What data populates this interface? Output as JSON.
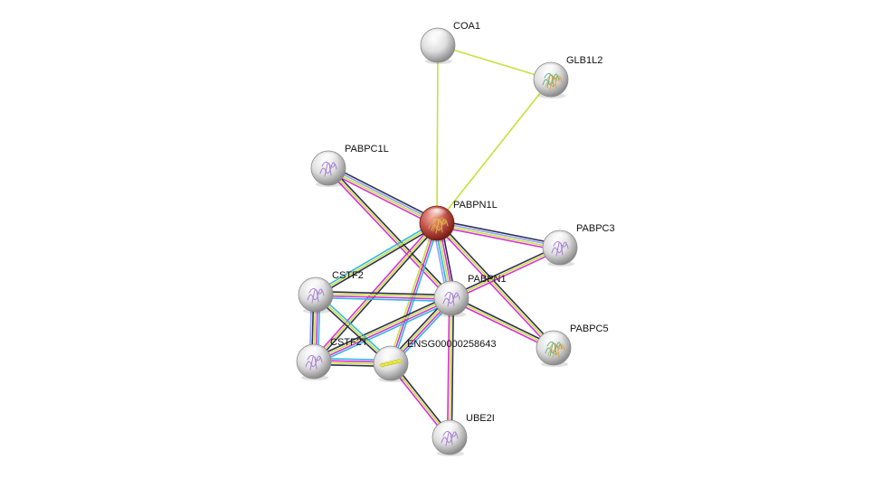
{
  "network": {
    "nodes": [
      {
        "id": "COA1",
        "label": "COA1",
        "query": false,
        "structure": "none"
      },
      {
        "id": "GLB1L2",
        "label": "GLB1L2",
        "query": false,
        "structure": "multi"
      },
      {
        "id": "PABPC1L",
        "label": "PABPC1L",
        "query": false,
        "structure": "purple"
      },
      {
        "id": "PABPN1L",
        "label": "PABPN1L",
        "query": true,
        "structure": "red"
      },
      {
        "id": "PABPC3",
        "label": "PABPC3",
        "query": false,
        "structure": "purple"
      },
      {
        "id": "CSTF2",
        "label": "CSTF2",
        "query": false,
        "structure": "purple"
      },
      {
        "id": "PABPN1",
        "label": "PABPN1",
        "query": false,
        "structure": "purple"
      },
      {
        "id": "PABPC5",
        "label": "PABPC5",
        "query": false,
        "structure": "multi"
      },
      {
        "id": "CSTF2T",
        "label": "CSTF2T",
        "query": false,
        "structure": "purple"
      },
      {
        "id": "ENSG00000258643",
        "label": "ENSG00000258643",
        "query": false,
        "structure": "yellow"
      },
      {
        "id": "UBE2I",
        "label": "UBE2I",
        "query": false,
        "structure": "purple"
      }
    ],
    "edges": [
      {
        "source": "COA1",
        "target": "GLB1L2",
        "evidence": [
          "textmining"
        ]
      },
      {
        "source": "COA1",
        "target": "PABPN1L",
        "evidence": [
          "textmining"
        ]
      },
      {
        "source": "GLB1L2",
        "target": "PABPN1L",
        "evidence": [
          "textmining"
        ]
      },
      {
        "source": "PABPC1L",
        "target": "PABPN1L",
        "evidence": [
          "coexpression",
          "homology",
          "textmining",
          "experiments"
        ]
      },
      {
        "source": "PABPC1L",
        "target": "PABPN1",
        "evidence": [
          "coexpression",
          "textmining",
          "experiments"
        ]
      },
      {
        "source": "PABPN1L",
        "target": "PABPC3",
        "evidence": [
          "coexpression",
          "homology",
          "textmining",
          "experiments"
        ]
      },
      {
        "source": "PABPN1L",
        "target": "PABPC5",
        "evidence": [
          "coexpression",
          "textmining",
          "experiments"
        ]
      },
      {
        "source": "PABPN1L",
        "target": "PABPN1",
        "evidence": [
          "coexpression",
          "experiments",
          "textmining",
          "databases",
          "homology"
        ]
      },
      {
        "source": "PABPN1L",
        "target": "CSTF2",
        "evidence": [
          "coexpression",
          "textmining",
          "databases"
        ]
      },
      {
        "source": "PABPN1L",
        "target": "CSTF2T",
        "evidence": [
          "coexpression",
          "textmining",
          "experiments"
        ]
      },
      {
        "source": "PABPN1L",
        "target": "ENSG00000258643",
        "evidence": [
          "databases",
          "experiments",
          "textmining"
        ]
      },
      {
        "source": "PABPN1",
        "target": "PABPC3",
        "evidence": [
          "coexpression",
          "textmining",
          "experiments"
        ]
      },
      {
        "source": "PABPN1",
        "target": "PABPC5",
        "evidence": [
          "coexpression",
          "textmining",
          "experiments"
        ]
      },
      {
        "source": "PABPN1",
        "target": "CSTF2",
        "evidence": [
          "databases",
          "experiments",
          "textmining",
          "coexpression"
        ]
      },
      {
        "source": "PABPN1",
        "target": "CSTF2T",
        "evidence": [
          "databases",
          "experiments",
          "textmining",
          "coexpression"
        ]
      },
      {
        "source": "PABPN1",
        "target": "ENSG00000258643",
        "evidence": [
          "databases",
          "experiments",
          "textmining",
          "coexpression"
        ]
      },
      {
        "source": "PABPN1",
        "target": "UBE2I",
        "evidence": [
          "coexpression",
          "textmining",
          "experiments"
        ]
      },
      {
        "source": "CSTF2",
        "target": "CSTF2T",
        "evidence": [
          "databases",
          "experiments",
          "textmining",
          "coexpression",
          "homology"
        ]
      },
      {
        "source": "CSTF2",
        "target": "ENSG00000258643",
        "evidence": [
          "databases",
          "textmining",
          "coexpression"
        ]
      },
      {
        "source": "CSTF2T",
        "target": "ENSG00000258643",
        "evidence": [
          "databases",
          "experiments",
          "textmining",
          "coexpression"
        ]
      },
      {
        "source": "ENSG00000258643",
        "target": "UBE2I",
        "evidence": [
          "coexpression",
          "textmining",
          "experiments"
        ]
      }
    ],
    "evidence_colors": {
      "textmining": "#c7e03c",
      "coexpression": "#2f2f4f",
      "experiments": "#d62fd6",
      "databases": "#2fb8e0",
      "homology": "#8fa0ff"
    },
    "structure_colors": {
      "purple": "#9b6fd1",
      "yellow": "#e9e93a",
      "multi": "#44aa88",
      "red": "#d8a040",
      "none": "#cccccc"
    }
  }
}
